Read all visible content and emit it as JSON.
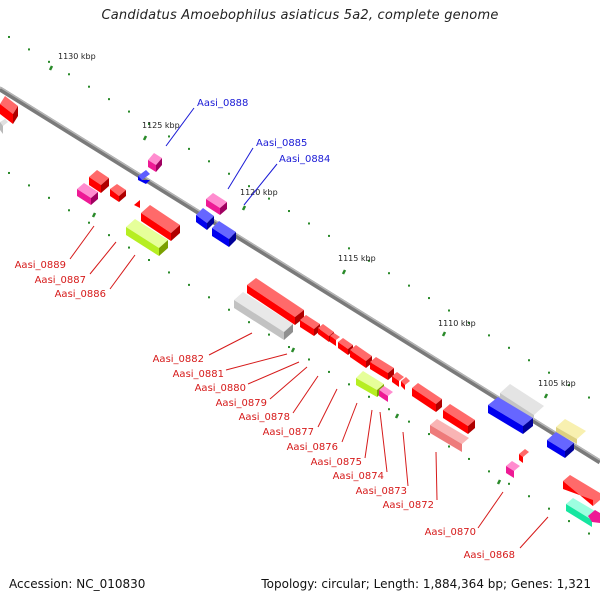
{
  "header": {
    "title": "Candidatus Amoebophilus asiaticus 5a2, complete genome"
  },
  "footer": {
    "accession": "Accession: NC_010830",
    "topology": "Topology: circular; Length: 1,884,364 bp; Genes: 1,321"
  },
  "scale_labels": [
    "1130 kbp",
    "1125 kbp",
    "1120 kbp",
    "1115 kbp",
    "1110 kbp",
    "1105 kbp"
  ],
  "genes": [
    "Aasi_0888",
    "Aasi_0885",
    "Aasi_0884",
    "Aasi_0889",
    "Aasi_0887",
    "Aasi_0886",
    "Aasi_0882",
    "Aasi_0881",
    "Aasi_0880",
    "Aasi_0879",
    "Aasi_0878",
    "Aasi_0877",
    "Aasi_0876",
    "Aasi_0875",
    "Aasi_0874",
    "Aasi_0873",
    "Aasi_0872",
    "Aasi_0870",
    "Aasi_0868"
  ],
  "colors": {
    "forward_label": "#1a1ad6",
    "reverse_label": "#d61a1a",
    "backbone": "#8a8a8a",
    "tick": "#2a8a2a"
  }
}
